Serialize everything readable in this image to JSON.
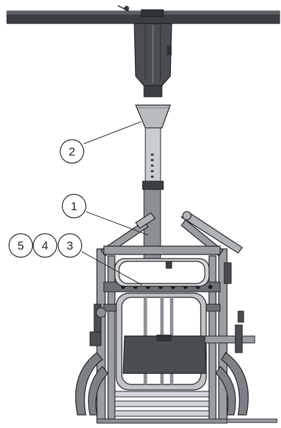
{
  "callouts": [
    {
      "id": "c1",
      "label": "1"
    },
    {
      "id": "c2",
      "label": "2"
    },
    {
      "id": "c3",
      "label": "3"
    },
    {
      "id": "c4",
      "label": "4"
    },
    {
      "id": "c5",
      "label": "5"
    }
  ],
  "colors": {
    "rail": "#3b3f44",
    "metal_dark": "#4a4e52",
    "metal_mid": "#8c9095",
    "metal_light": "#c9ccd0",
    "outline": "#1e1f21",
    "callout_line": "#222222"
  }
}
